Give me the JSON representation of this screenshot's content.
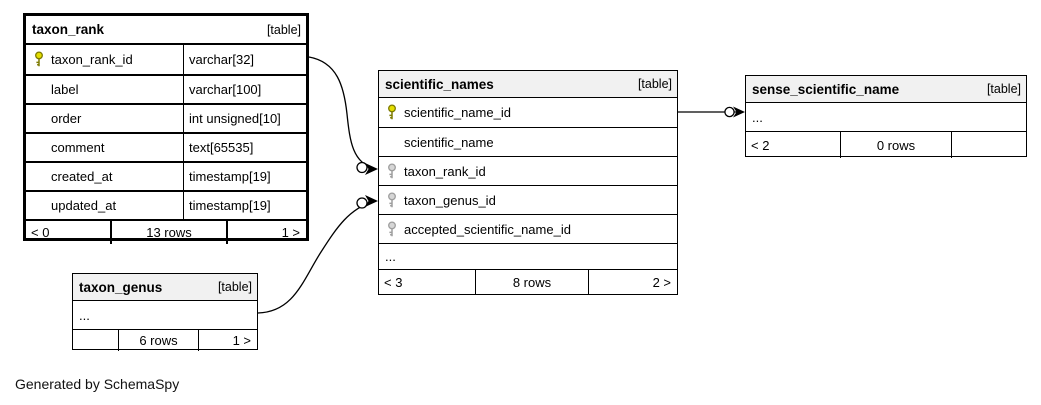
{
  "page_note": "Generated by SchemaSpy",
  "colors": {
    "primary_key_icon": "#e4de00",
    "foreign_key_icon": "#d6d6d6",
    "header_bg": "#f1f1f1",
    "border": "#000000"
  },
  "tables": {
    "taxon_rank": {
      "title": "taxon_rank",
      "badge": "[table]",
      "columns": [
        {
          "name": "taxon_rank_id",
          "type": "varchar[32]",
          "key": "primary"
        },
        {
          "name": "label",
          "type": "varchar[100]",
          "key": "none"
        },
        {
          "name": "order",
          "type": "int unsigned[10]",
          "key": "none"
        },
        {
          "name": "comment",
          "type": "text[65535]",
          "key": "none"
        },
        {
          "name": "created_at",
          "type": "timestamp[19]",
          "key": "none"
        },
        {
          "name": "updated_at",
          "type": "timestamp[19]",
          "key": "none"
        }
      ],
      "pager_prev": "< 0",
      "row_count": "13 rows",
      "pager_next": "1 >"
    },
    "scientific_names": {
      "title": "scientific_names",
      "badge": "[table]",
      "columns": [
        {
          "name": "scientific_name_id",
          "key": "primary"
        },
        {
          "name": "scientific_name",
          "key": "none"
        },
        {
          "name": "taxon_rank_id",
          "key": "foreign"
        },
        {
          "name": "taxon_genus_id",
          "key": "foreign"
        },
        {
          "name": "accepted_scientific_name_id",
          "key": "foreign"
        }
      ],
      "ellipsis": "...",
      "pager_prev": "< 3",
      "row_count": "8 rows",
      "pager_next": "2 >"
    },
    "sense_scientific_name": {
      "title": "sense_scientific_name",
      "badge": "[table]",
      "ellipsis": "...",
      "pager_prev": "< 2",
      "row_count": "0 rows",
      "pager_next": ""
    },
    "taxon_genus": {
      "title": "taxon_genus",
      "badge": "[table]",
      "ellipsis": "...",
      "pager_prev": "",
      "row_count": "6 rows",
      "pager_next": "1 >"
    }
  },
  "relationships": [
    {
      "from": "taxon_rank.taxon_rank_id",
      "to": "scientific_names.taxon_rank_id"
    },
    {
      "from": "taxon_genus",
      "to": "scientific_names.taxon_genus_id"
    },
    {
      "from": "scientific_names.scientific_name_id",
      "to": "sense_scientific_name"
    }
  ]
}
